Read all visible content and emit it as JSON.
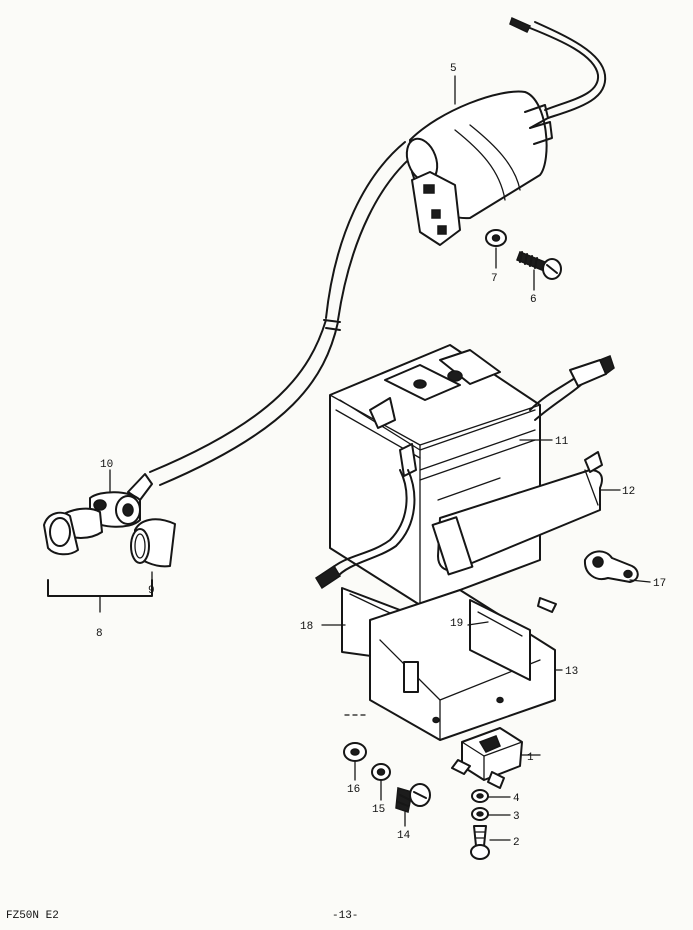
{
  "callouts": [
    {
      "id": "c1",
      "text": "1"
    },
    {
      "id": "c2",
      "text": "2"
    },
    {
      "id": "c3",
      "text": "3"
    },
    {
      "id": "c4",
      "text": "4"
    },
    {
      "id": "c5",
      "text": "5"
    },
    {
      "id": "c6",
      "text": "6"
    },
    {
      "id": "c7",
      "text": "7"
    },
    {
      "id": "c8",
      "text": "8"
    },
    {
      "id": "c9",
      "text": "9"
    },
    {
      "id": "c10",
      "text": "10"
    },
    {
      "id": "c11",
      "text": "11"
    },
    {
      "id": "c12",
      "text": "12"
    },
    {
      "id": "c13",
      "text": "13"
    },
    {
      "id": "c14",
      "text": "14"
    },
    {
      "id": "c15",
      "text": "15"
    },
    {
      "id": "c16",
      "text": "16"
    },
    {
      "id": "c17",
      "text": "17"
    },
    {
      "id": "c18",
      "text": "18"
    },
    {
      "id": "c19",
      "text": "19"
    }
  ],
  "footer": {
    "model_code": "FZ50N E2",
    "page_number": "-13-"
  }
}
